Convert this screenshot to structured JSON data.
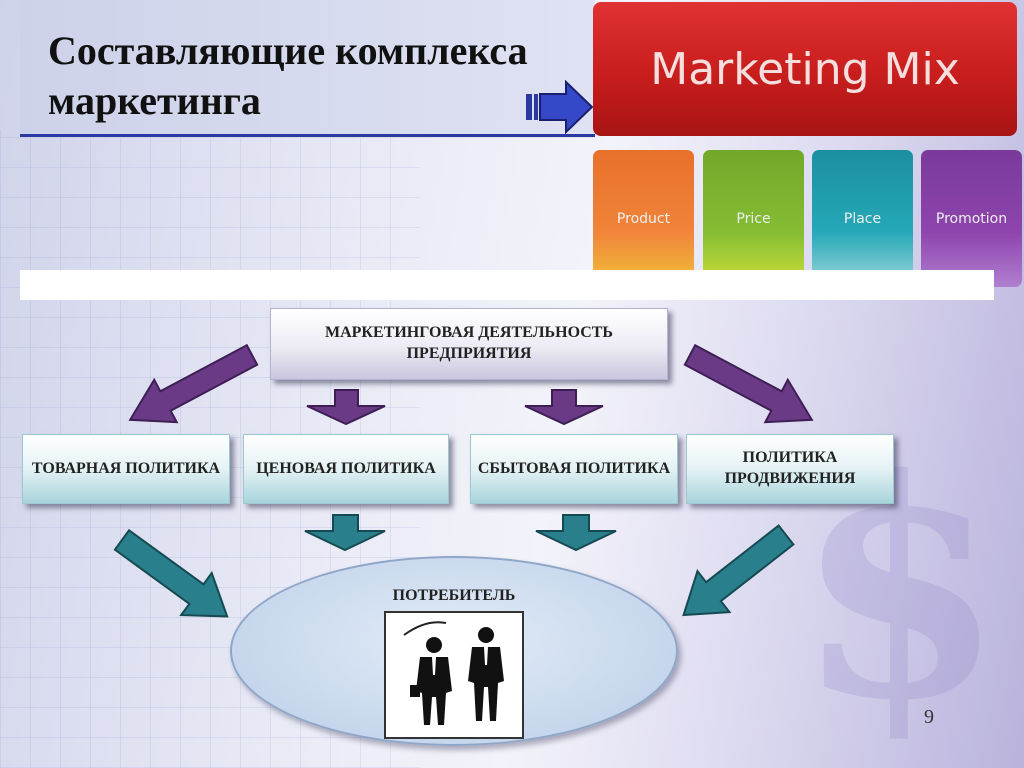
{
  "title": "Составляющие комплекса маркетинга",
  "marketing_mix": {
    "banner": "Marketing Mix",
    "tiles": [
      "Product",
      "Price",
      "Place",
      "Promotion"
    ]
  },
  "diagram": {
    "top_box": "МАРКЕТИНГОВАЯ ДЕЯТЕЛЬНОСТЬ ПРЕДПРИЯТИЯ",
    "policies": [
      "ТОВАРНАЯ ПОЛИТИКА",
      "ЦЕНОВАЯ ПОЛИТИКА",
      "СБЫТОВАЯ ПОЛИТИКА",
      "ПОЛИТИКА ПРОДВИЖЕНИЯ"
    ],
    "consumer": "ПОТРЕБИТЕЛЬ"
  },
  "page_number": "9",
  "colors": {
    "purple_arrow": "#6a3a86",
    "teal_arrow": "#2a7f8c",
    "title_rule": "#2b3aa0",
    "banner_red": "#c81d1d"
  },
  "icons": {
    "people": "two-businessmen-silhouette-icon",
    "title_arrow": "arrow-right-icon"
  }
}
